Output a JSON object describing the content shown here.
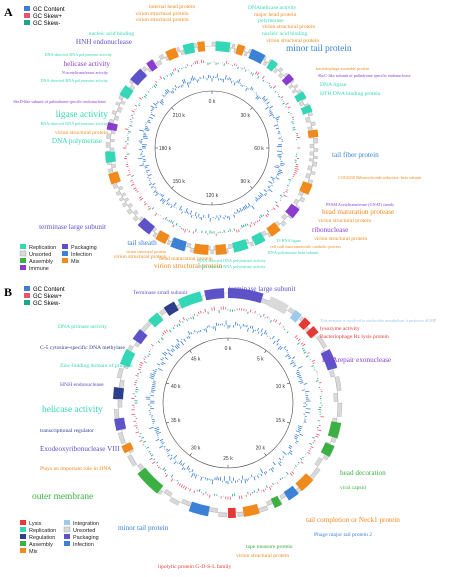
{
  "colors": {
    "gc_content": "#3a7fd5",
    "gc_skew_minus": "#e8556a",
    "gc_skew_plus": "#1aa48a",
    "replication": "#33d6b5",
    "unsorted": "#d9d9d9",
    "assembly": "#3cb043",
    "immune": "#8a3ccf",
    "packaging": "#5d52c8",
    "infection": "#3b82d6",
    "mix": "#f08a1c",
    "lysis": "#e53935",
    "regulation": "#2c3e8c",
    "integration": "#9ec9ef"
  },
  "panel_a": {
    "letter": "A",
    "legend_top": [
      {
        "label": "GC Content",
        "color_key": "gc_content"
      },
      {
        "label": "GC Skew+",
        "color_key": "gc_skew_minus"
      },
      {
        "label": "GC Skew-",
        "color_key": "gc_skew_plus"
      }
    ],
    "legend_bottom": [
      {
        "label": "Replication",
        "color_key": "replication"
      },
      {
        "label": "Packaging",
        "color_key": "packaging"
      },
      {
        "label": "Unsorted",
        "color_key": "unsorted"
      },
      {
        "label": "Infection",
        "color_key": "infection"
      },
      {
        "label": "Assembly",
        "color_key": "assembly"
      },
      {
        "label": "Mix",
        "color_key": "mix"
      },
      {
        "label": "Immune",
        "color_key": "immune"
      }
    ],
    "ticks": [
      "0 k",
      "30 k",
      "60 k",
      "90 k",
      "120 k",
      "150 k",
      "180 k",
      "210 k"
    ],
    "labels": [
      {
        "text": "internal head protein",
        "color_key": "mix",
        "size": "s"
      },
      {
        "text": "virion structural protein",
        "color_key": "mix",
        "size": "s"
      },
      {
        "text": "virion structural protein",
        "color_key": "mix",
        "size": "s"
      },
      {
        "text": "DNAhelicase activity",
        "color_key": "replication",
        "size": "s"
      },
      {
        "text": "major head protein",
        "color_key": "mix",
        "size": "s"
      },
      {
        "text": "polymerase",
        "color_key": "replication",
        "size": "s"
      },
      {
        "text": "virion structural protein",
        "color_key": "mix",
        "size": "s"
      },
      {
        "text": "nucleic acid binding",
        "color_key": "replication",
        "size": "s"
      },
      {
        "text": "virion structural protein",
        "color_key": "mix",
        "size": "s"
      },
      {
        "text": "minor tail protein",
        "color_key": "infection",
        "size": "l"
      },
      {
        "text": "nucleic acid binding",
        "color_key": "replication",
        "size": "s"
      },
      {
        "text": "HNH endonuclease",
        "color_key": "packaging",
        "size": "m"
      },
      {
        "text": "DNA-directed RNA polymerase activity",
        "color_key": "replication",
        "size": "xs"
      },
      {
        "text": "helicase activity",
        "color_key": "immune",
        "size": "m"
      },
      {
        "text": "N-acetyltransferase activity",
        "color_key": "immune",
        "size": "xs"
      },
      {
        "text": "DNA-directed RNA polymerase activity",
        "color_key": "replication",
        "size": "xs"
      },
      {
        "text": "bacteriophage assembly protein",
        "color_key": "mix",
        "size": "xs"
      },
      {
        "text": "SbcC-like subunit of palindrome specific endonuclease",
        "color_key": "immune",
        "size": "xs"
      },
      {
        "text": "DNA ligase",
        "color_key": "replication",
        "size": "s"
      },
      {
        "text": "HTH DNA binding protein",
        "color_key": "replication",
        "size": "s"
      },
      {
        "text": "SbcD-like subunit of palindrome specific endonuclease",
        "color_key": "immune",
        "size": "xs"
      },
      {
        "text": "ligase activity",
        "color_key": "replication",
        "size": "l"
      },
      {
        "text": "RNA-directed DNA polymerase activity",
        "color_key": "replication",
        "size": "xs"
      },
      {
        "text": "virion structural protein",
        "color_key": "mix",
        "size": "s"
      },
      {
        "text": "DNA polymerase",
        "color_key": "replication",
        "size": "m"
      },
      {
        "text": "tail fiber protein",
        "color_key": "infection",
        "size": "m"
      },
      {
        "text": "COG0250 Ribonucleotide reductase, beta subunit",
        "color_key": "mix",
        "size": "xs"
      },
      {
        "text": "PFAM Acetyltransferase (GNAT) family",
        "color_key": "immune",
        "size": "xs"
      },
      {
        "text": "head maturation protease",
        "color_key": "mix",
        "size": "m"
      },
      {
        "text": "virion structural protein",
        "color_key": "mix",
        "size": "s"
      },
      {
        "text": "terminase large subunit",
        "color_key": "packaging",
        "size": "m"
      },
      {
        "text": "ribonuclease",
        "color_key": "immune",
        "size": "m"
      },
      {
        "text": "virion structural protein",
        "color_key": "mix",
        "size": "s"
      },
      {
        "text": "tail sheath",
        "color_key": "infection",
        "size": "m"
      },
      {
        "text": "virion structural protein",
        "color_key": "mix",
        "size": "xs"
      },
      {
        "text": "virion structural protein",
        "color_key": "mix",
        "size": "s"
      },
      {
        "text": "head maturation protein",
        "color_key": "mix",
        "size": "s"
      },
      {
        "text": "virion structural protein",
        "color_key": "mix",
        "size": "m"
      },
      {
        "text": "DNA-directed RNA polymerase activity",
        "color_key": "replication",
        "size": "xs"
      },
      {
        "text": "cell wall macromolecule catabolic process",
        "color_key": "mix",
        "size": "xs"
      },
      {
        "text": "RNA polymerase beta subunit",
        "color_key": "replication",
        "size": "xs"
      },
      {
        "text": "T4 RNA ligase",
        "color_key": "replication",
        "size": "xs"
      },
      {
        "text": "RNA-directed DNA polymerase activity",
        "color_key": "replication",
        "size": "xs"
      }
    ]
  },
  "panel_b": {
    "letter": "B",
    "legend_top": [
      {
        "label": "GC Content",
        "color_key": "gc_content"
      },
      {
        "label": "GC Skew+",
        "color_key": "gc_skew_minus"
      },
      {
        "label": "GC Skew-",
        "color_key": "gc_skew_plus"
      }
    ],
    "legend_bottom": [
      {
        "label": "Lysis",
        "color_key": "lysis"
      },
      {
        "label": "Integration",
        "color_key": "integration"
      },
      {
        "label": "Replication",
        "color_key": "replication"
      },
      {
        "label": "Unsorted",
        "color_key": "unsorted"
      },
      {
        "label": "Regulation",
        "color_key": "regulation"
      },
      {
        "label": "Packaging",
        "color_key": "packaging"
      },
      {
        "label": "Assembly",
        "color_key": "assembly"
      },
      {
        "label": "Infection",
        "color_key": "infection"
      },
      {
        "label": "Mix",
        "color_key": "mix"
      }
    ],
    "ticks": [
      "0 k",
      "5 k",
      "10 k",
      "15 k",
      "20 k",
      "25 k",
      "30 k",
      "35 k",
      "40 k",
      "45 k"
    ],
    "labels": [
      {
        "text": "Terminase small subunit",
        "color_key": "packaging",
        "size": "s"
      },
      {
        "text": "terminase large subunit",
        "color_key": "packaging",
        "size": "m"
      },
      {
        "text": "This enzyme is involved in nucleotide metabolism it produces dUMP",
        "color_key": "integration",
        "size": "xs"
      },
      {
        "text": "lysozyme activity",
        "color_key": "lysis",
        "size": "s"
      },
      {
        "text": "DNA primase activity",
        "color_key": "replication",
        "size": "s"
      },
      {
        "text": "Bacteriophage Rz lysis protein",
        "color_key": "lysis",
        "size": "s"
      },
      {
        "text": "C-5 cytosine-specific DNA methylase",
        "color_key": "regulation",
        "size": "s"
      },
      {
        "text": "DNArepair exonuclease",
        "color_key": "immune",
        "size": "m"
      },
      {
        "text": "Zinc-binding domain of primase",
        "color_key": "replication",
        "size": "s"
      },
      {
        "text": "HNH endonuclease",
        "color_key": "packaging",
        "size": "s"
      },
      {
        "text": "helicase activity",
        "color_key": "replication",
        "size": "l"
      },
      {
        "text": "transcriptional regulator",
        "color_key": "regulation",
        "size": "s"
      },
      {
        "text": "Exodeoxyribonuclease VIII",
        "color_key": "packaging",
        "size": "m"
      },
      {
        "text": "Plays an important role in DNA",
        "color_key": "mix",
        "size": "s"
      },
      {
        "text": "head decoration",
        "color_key": "assembly",
        "size": "m"
      },
      {
        "text": "viral capsid",
        "color_key": "assembly",
        "size": "s"
      },
      {
        "text": "outer membrane",
        "color_key": "assembly",
        "size": "l"
      },
      {
        "text": "tail completion or Neck1 protein",
        "color_key": "mix",
        "size": "m"
      },
      {
        "text": "Phage major tail protein 2",
        "color_key": "infection",
        "size": "s"
      },
      {
        "text": "tape measure protein",
        "color_key": "assembly",
        "size": "s"
      },
      {
        "text": "minor tail protein",
        "color_key": "infection",
        "size": "m"
      },
      {
        "text": "virion structural protein",
        "color_key": "mix",
        "size": "s"
      },
      {
        "text": "lipolytic protein G-D-S-L family",
        "color_key": "lysis",
        "size": "s"
      }
    ]
  }
}
